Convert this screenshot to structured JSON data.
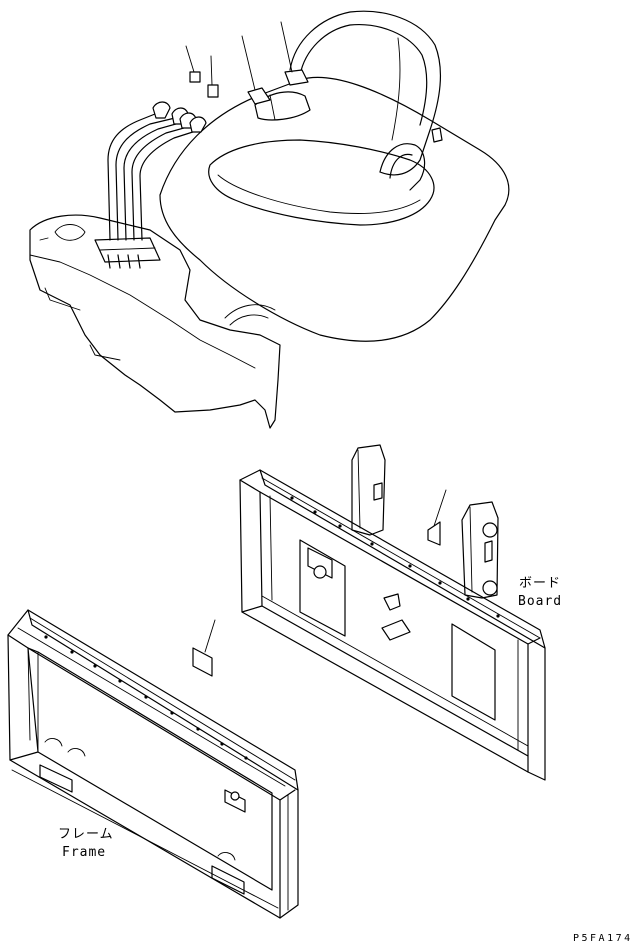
{
  "labels": {
    "board_jp": "ボード",
    "board_en": "Board",
    "frame_jp": "フレーム",
    "frame_en": "Frame",
    "drawing_code": "P5FA174"
  }
}
